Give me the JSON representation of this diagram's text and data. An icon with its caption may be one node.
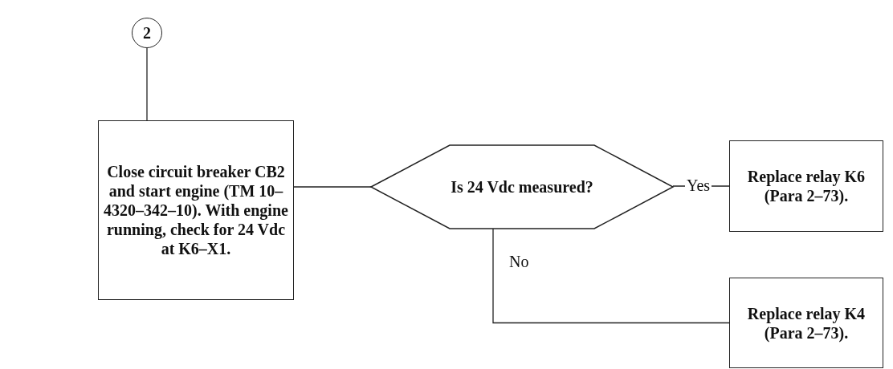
{
  "diagram": {
    "nodes": [
      {
        "text": [
          "2"
        ]
      },
      {
        "text": [
          "Close circuit breaker CB2 and start engine (TM 10–4320–342–10). With engine running, check for 24 Vdc at K6–X1."
        ]
      },
      {
        "text": [
          "Is 24 Vdc measured?"
        ]
      },
      {
        "text": [
          "Replace relay K6 (Para 2–73)."
        ]
      },
      {
        "text": [
          "Replace relay K4 (Para 2–73)."
        ]
      }
    ],
    "edges": [
      {
        "from": 0,
        "to": 1,
        "arrow": "none"
      },
      {
        "from": 1,
        "to": 2,
        "arrow": "none"
      },
      {
        "from": 2,
        "to": 3,
        "arrow": "none",
        "label": "Yes"
      },
      {
        "from": 2,
        "to": 4,
        "arrow": "none",
        "label": "No"
      }
    ]
  }
}
